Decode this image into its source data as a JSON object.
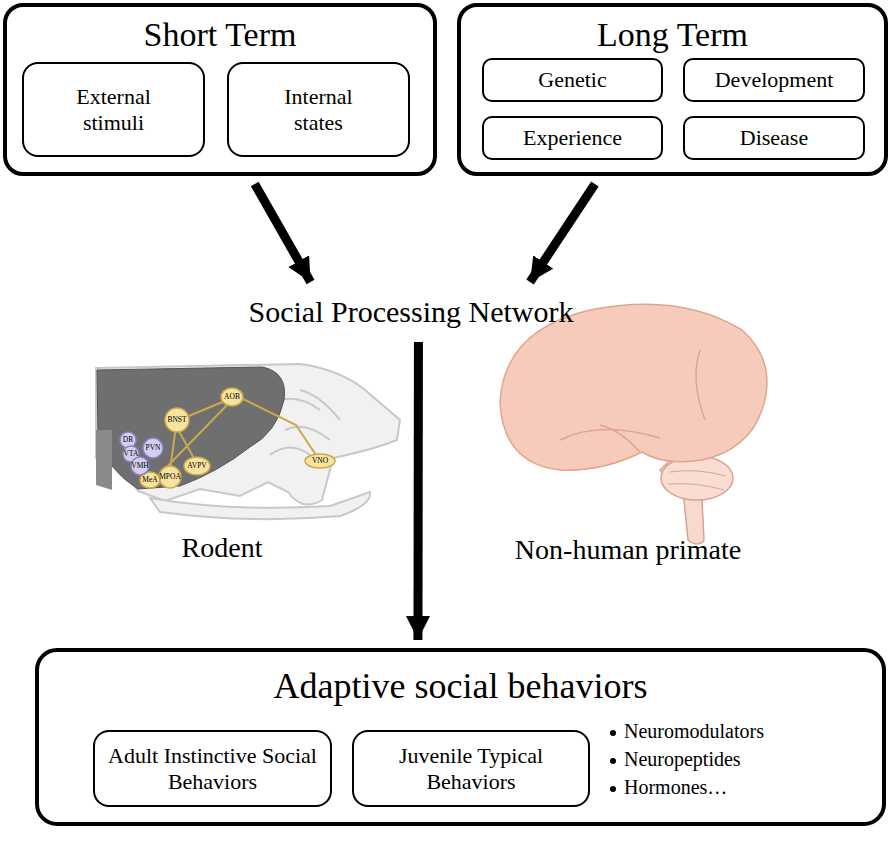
{
  "diagram": {
    "nodes": [
      {
        "text": [
          "Short Term"
        ]
      },
      {
        "text": [
          "External stimuli"
        ],
        "in": 0
      },
      {
        "text": [
          "Internal states"
        ],
        "in": 0
      },
      {
        "text": [
          "Long Term"
        ]
      },
      {
        "text": [
          "Genetic"
        ],
        "in": 3
      },
      {
        "text": [
          "Development"
        ],
        "in": 3
      },
      {
        "text": [
          "Experience"
        ],
        "in": 3
      },
      {
        "text": [
          "Disease"
        ],
        "in": 3
      },
      {
        "text": [
          "Social Processing Network"
        ]
      },
      {
        "text": [
          "Adaptive social behaviors",
          "Neuromodulators",
          "Neuropeptides",
          "Hormones…"
        ]
      },
      {
        "text": [
          "Adult Instinctive Social Behaviors"
        ],
        "in": 9
      },
      {
        "text": [
          "Juvenile Typical Behaviors"
        ],
        "in": 9
      }
    ],
    "edges": [
      {
        "from": 0,
        "to": 8,
        "arrow": "to"
      },
      {
        "from": 3,
        "to": 8,
        "arrow": "to"
      },
      {
        "from": 8,
        "to": 9,
        "arrow": "to"
      }
    ],
    "labels": [
      "Rodent",
      "Non-human primate",
      "AOB",
      "BNST",
      "DR",
      "VTA",
      "PVN",
      "VMH",
      "MeA",
      "MPOA",
      "AVPV",
      "VNO"
    ]
  }
}
